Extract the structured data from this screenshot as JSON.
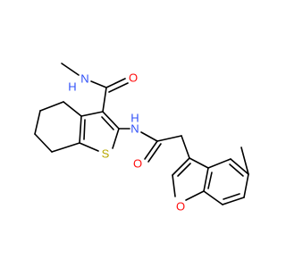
{
  "molecule": {
    "labels": {
      "nh_top": "N",
      "nh_top_h": "H",
      "o_amide": "O",
      "nh_mid": "N",
      "nh_mid_h": "H",
      "s_thiophene": "S",
      "o_acetyl": "O",
      "o_furan": "O"
    },
    "colors": {
      "bond": "#000000",
      "nitrogen": "#3050F8",
      "oxygen": "#FF0D0D",
      "sulfur": "#B8A800"
    }
  }
}
